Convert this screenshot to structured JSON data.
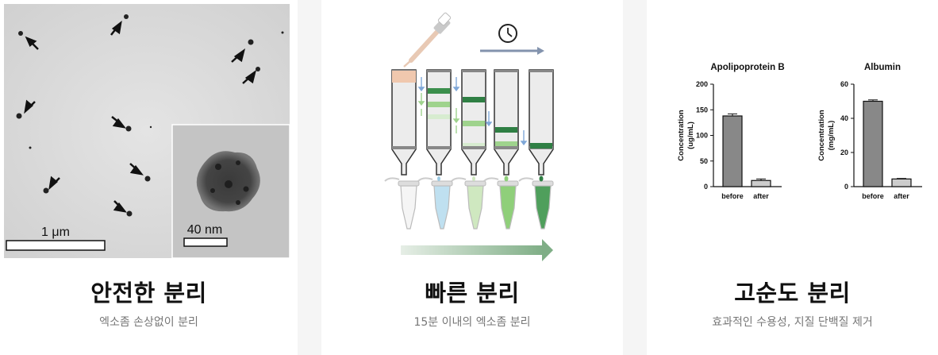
{
  "cards": [
    {
      "title": "안전한 분리",
      "subtitle": "엑소좀 손상없이 분리",
      "image": {
        "scale_main": "1 μm",
        "scale_inset": "40 nm"
      }
    },
    {
      "title": "빠른 분리",
      "subtitle": "15분 이내의 엑소좀 분리",
      "image": {
        "icons": [
          "pipette-icon",
          "clock-icon",
          "arrow-icon",
          "column-icon",
          "tube-icon"
        ]
      }
    },
    {
      "title": "고순도 분리",
      "subtitle": "효과적인 수용성, 지질 단백질 제거"
    }
  ],
  "chart_data": [
    {
      "type": "bar",
      "title": "Apolipoprotein B",
      "ylabel": "Concentration (ug/mL)",
      "categories": [
        "before",
        "after"
      ],
      "values": [
        138,
        12
      ],
      "error": [
        4,
        3
      ],
      "ylim": [
        0,
        200
      ],
      "yticks": [
        0,
        50,
        100,
        150,
        200
      ],
      "ytick_labels": [
        "0",
        "50",
        "100",
        "150",
        "200"
      ],
      "ylabel_lines": [
        "Concentration",
        "(ug/mL)"
      ],
      "colors": [
        "#888888",
        "#cccccc"
      ]
    },
    {
      "type": "bar",
      "title": "Albumin",
      "ylabel": "Concentration (mg/mL)",
      "categories": [
        "before",
        "after"
      ],
      "values": [
        50,
        4.5
      ],
      "error": [
        0.8,
        0.3
      ],
      "ylim": [
        0,
        60
      ],
      "yticks": [
        0,
        20,
        40,
        60
      ],
      "ytick_labels": [
        "0",
        "20",
        "40",
        "60"
      ],
      "ylabel_lines": [
        "Concentration",
        "(mg/mL)"
      ],
      "colors": [
        "#888888",
        "#cccccc"
      ]
    }
  ]
}
